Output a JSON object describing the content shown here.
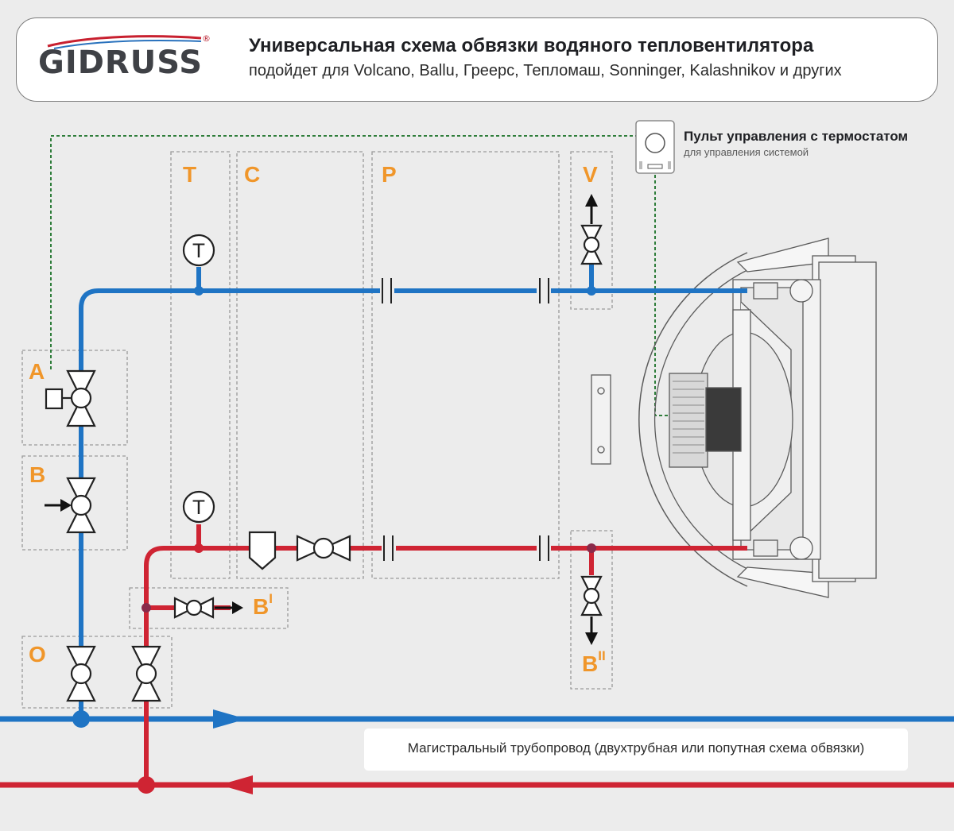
{
  "header": {
    "logo": "GIDRUSS",
    "logo_registered": "®",
    "title": "Универсальная схема обвязки водяного тепловентилятора",
    "subtitle": "подойдет для Volcano, Ballu, Грeерс, Тепломаш, Sonninger, Kalashnikov и других"
  },
  "control_panel": {
    "title": "Пульт управления с термостатом",
    "subtitle": "для управления системой"
  },
  "zones": {
    "T": "T",
    "C": "C",
    "P": "P",
    "V": "V",
    "A": "A",
    "B": "B",
    "O": "O",
    "B1": "B",
    "B1_sup": "I",
    "B2": "B",
    "B2_sup": "II"
  },
  "thermometer_symbol": "T",
  "main_pipe_label": "Магистральный трубопровод (двухтрубная или попутная схема обвязки)",
  "colors": {
    "supply_blue": "#1f74c4",
    "return_red": "#cf2433",
    "zone_orange": "#f0962a",
    "control_line_green": "#2e7d3a"
  }
}
